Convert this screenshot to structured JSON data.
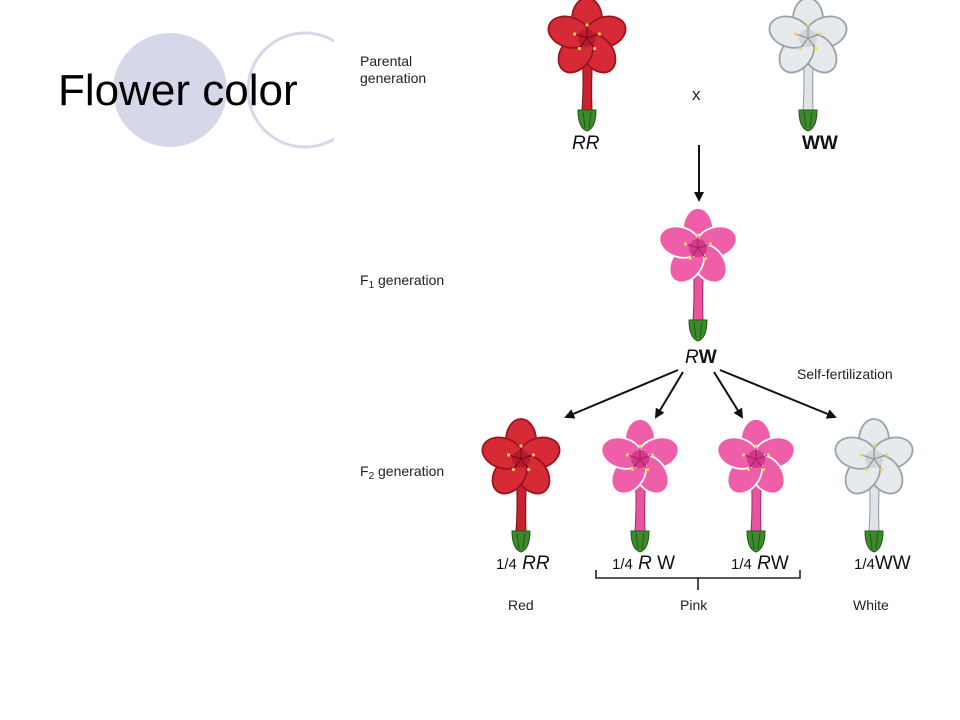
{
  "slide": {
    "title": "Flower color"
  },
  "colors": {
    "red": "#d62a36",
    "pink": "#ef5ea8",
    "white": "#e6eaec",
    "accent_circle": "#d7d7ea"
  },
  "diagram": {
    "parental_label_line1": "Parental",
    "parental_label_line2": "generation",
    "cross_symbol": "x",
    "parent_red_genotype": "RR",
    "parent_white_genotype": "WW",
    "f1_label_letter": "F",
    "f1_label_sub": "1",
    "f1_label_rest": " generation",
    "f1_genotype_R": "R",
    "f1_genotype_W": "W",
    "self_fert_label": "Self-fertilization",
    "f2_label_letter": "F",
    "f2_label_sub": "2",
    "f2_label_rest": " generation",
    "offspring": [
      {
        "fraction": "1/4",
        "allele1": "RR",
        "allele2": "",
        "phenotype": "Red"
      },
      {
        "fraction": "1/4",
        "allele1": "R",
        "allele2": " W",
        "phenotype": ""
      },
      {
        "fraction": "1/4",
        "allele1": "R",
        "allele2": "W",
        "phenotype": ""
      },
      {
        "fraction": "1/4",
        "allele1": "",
        "allele2": "WW",
        "phenotype": "White"
      }
    ],
    "pink_group_label": "Pink"
  }
}
